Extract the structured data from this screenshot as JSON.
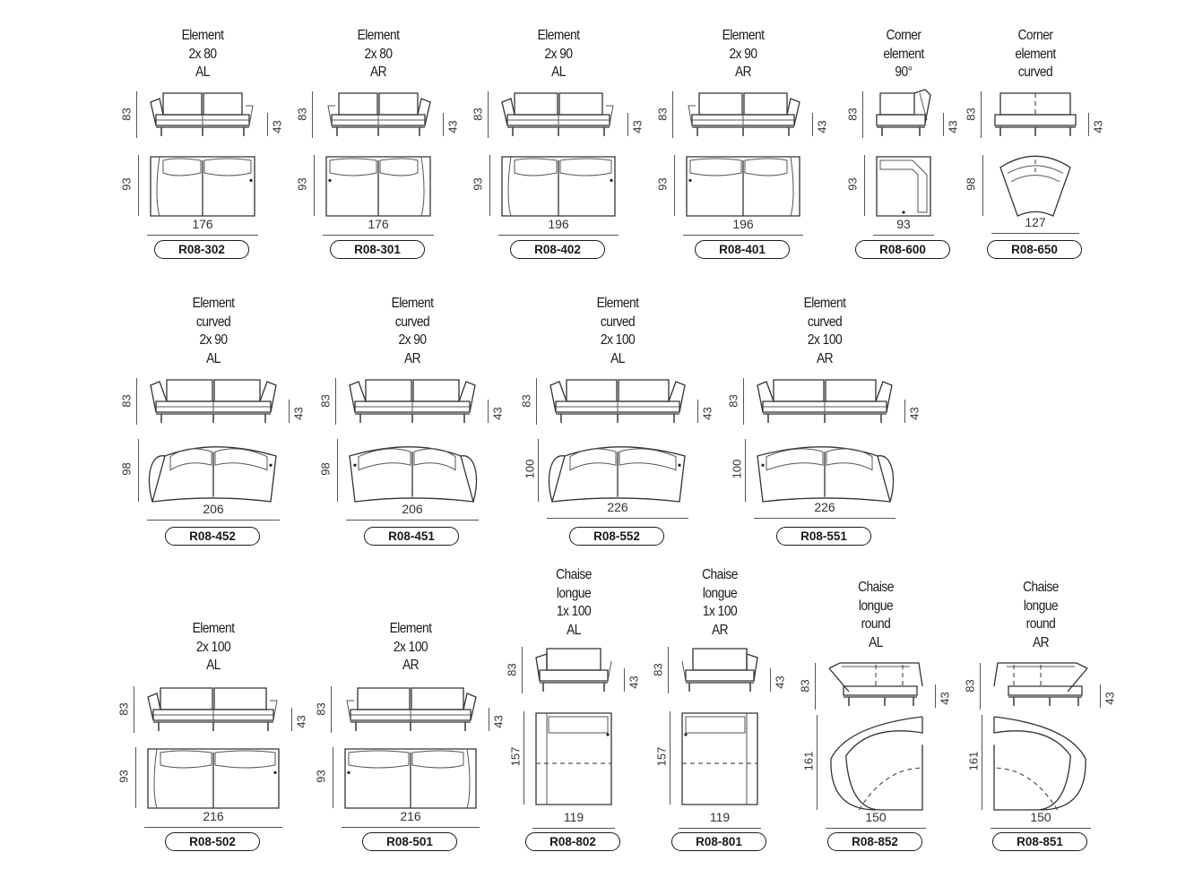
{
  "items": [
    {
      "id": "r08-302",
      "title": [
        "Element",
        "2x 80",
        "AL"
      ],
      "code": "R08-302",
      "width": "176",
      "depth": "93",
      "height": "83",
      "seat": "43"
    },
    {
      "id": "r08-301",
      "title": [
        "Element",
        "2x 80",
        "AR"
      ],
      "code": "R08-301",
      "width": "176",
      "depth": "93",
      "height": "83",
      "seat": "43"
    },
    {
      "id": "r08-402",
      "title": [
        "Element",
        "2x 90",
        "AL"
      ],
      "code": "R08-402",
      "width": "196",
      "depth": "93",
      "height": "83",
      "seat": "43"
    },
    {
      "id": "r08-401",
      "title": [
        "Element",
        "2x 90",
        "AR"
      ],
      "code": "R08-401",
      "width": "196",
      "depth": "93",
      "height": "83",
      "seat": "43"
    },
    {
      "id": "r08-600",
      "title": [
        "Corner",
        "element",
        "90°"
      ],
      "code": "R08-600",
      "width": "93",
      "depth": "93",
      "height": "83",
      "seat": "43"
    },
    {
      "id": "r08-650",
      "title": [
        "Corner",
        "element",
        "curved"
      ],
      "code": "R08-650",
      "width": "127",
      "depth": "98",
      "height": "83",
      "seat": "43"
    },
    {
      "id": "r08-452",
      "title": [
        "Element",
        "curved",
        "2x 90",
        "AL"
      ],
      "code": "R08-452",
      "width": "206",
      "depth": "98",
      "height": "83",
      "seat": "43"
    },
    {
      "id": "r08-451",
      "title": [
        "Element",
        "curved",
        "2x 90",
        "AR"
      ],
      "code": "R08-451",
      "width": "206",
      "depth": "98",
      "height": "83",
      "seat": "43"
    },
    {
      "id": "r08-552",
      "title": [
        "Element",
        "curved",
        "2x 100",
        "AL"
      ],
      "code": "R08-552",
      "width": "226",
      "depth": "100",
      "height": "83",
      "seat": "43"
    },
    {
      "id": "r08-551",
      "title": [
        "Element",
        "curved",
        "2x 100",
        "AR"
      ],
      "code": "R08-551",
      "width": "226",
      "depth": "100",
      "height": "83",
      "seat": "43"
    },
    {
      "id": "r08-502",
      "title": [
        "Element",
        "2x 100",
        "AL"
      ],
      "code": "R08-502",
      "width": "216",
      "depth": "93",
      "height": "83",
      "seat": "43"
    },
    {
      "id": "r08-501",
      "title": [
        "Element",
        "2x 100",
        "AR"
      ],
      "code": "R08-501",
      "width": "216",
      "depth": "93",
      "height": "83",
      "seat": "43"
    },
    {
      "id": "r08-802",
      "title": [
        "Chaise",
        "longue",
        "1x 100",
        "AL"
      ],
      "code": "R08-802",
      "width": "119",
      "depth": "157",
      "height": "83",
      "seat": "43"
    },
    {
      "id": "r08-801",
      "title": [
        "Chaise",
        "longue",
        "1x 100",
        "AR"
      ],
      "code": "R08-801",
      "width": "119",
      "depth": "157",
      "height": "83",
      "seat": "43"
    },
    {
      "id": "r08-852",
      "title": [
        "Chaise",
        "longue",
        "round",
        "AL"
      ],
      "code": "R08-852",
      "width": "150",
      "depth": "161",
      "height": "83",
      "seat": "43"
    },
    {
      "id": "r08-851",
      "title": [
        "Chaise",
        "longue",
        "round",
        "AR"
      ],
      "code": "R08-851",
      "width": "150",
      "depth": "161",
      "height": "83",
      "seat": "43"
    }
  ]
}
